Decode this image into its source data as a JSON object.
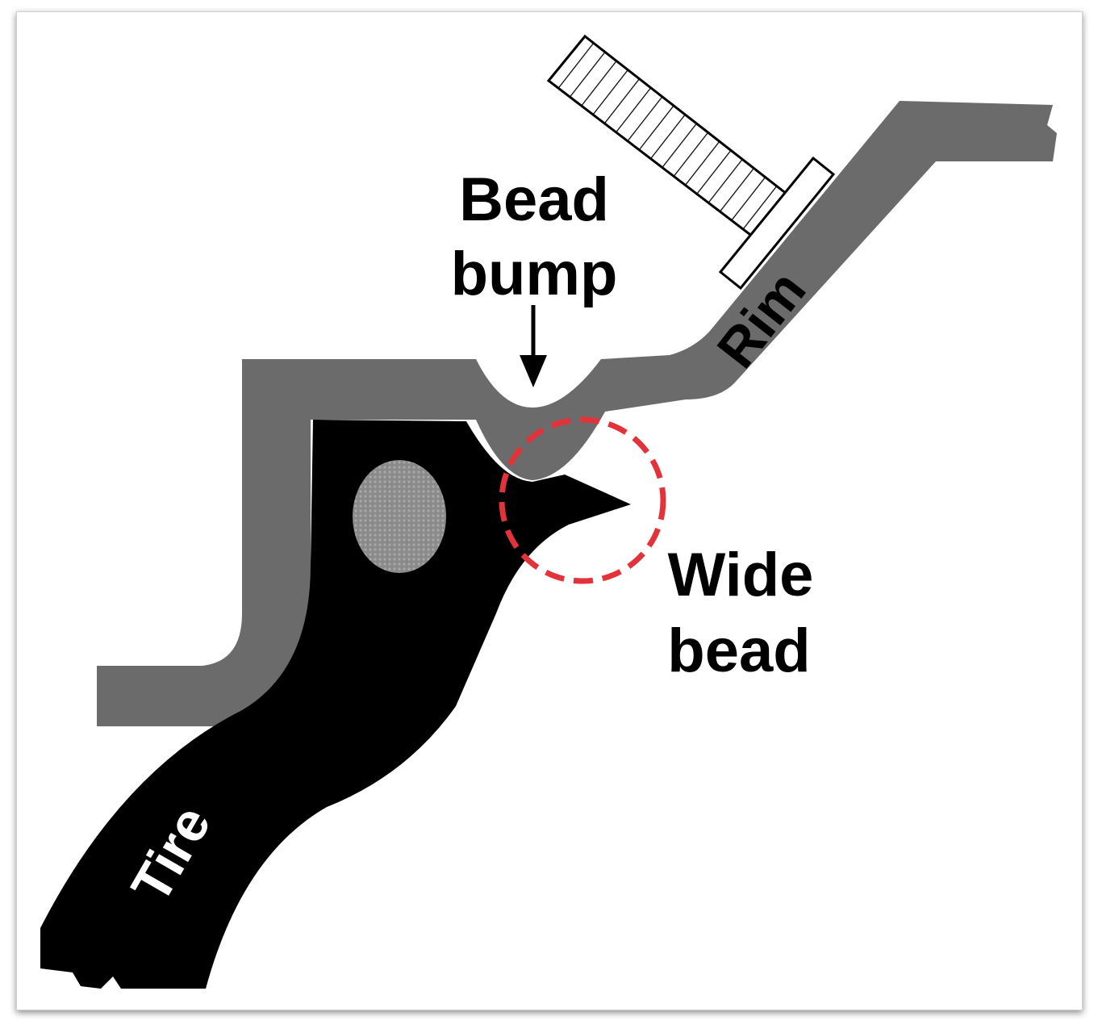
{
  "labels": {
    "bead_bump_line1": "Bead",
    "bead_bump_line2": "bump",
    "wide_bead_line1": "Wide",
    "wide_bead_line2": "bead",
    "rim": "Rim",
    "tire": "Tire"
  },
  "colors": {
    "rim": "#6b6b6b",
    "tire": "#000000",
    "bead_core": "#8f8f8f",
    "highlight_circle": "#e2333b"
  }
}
